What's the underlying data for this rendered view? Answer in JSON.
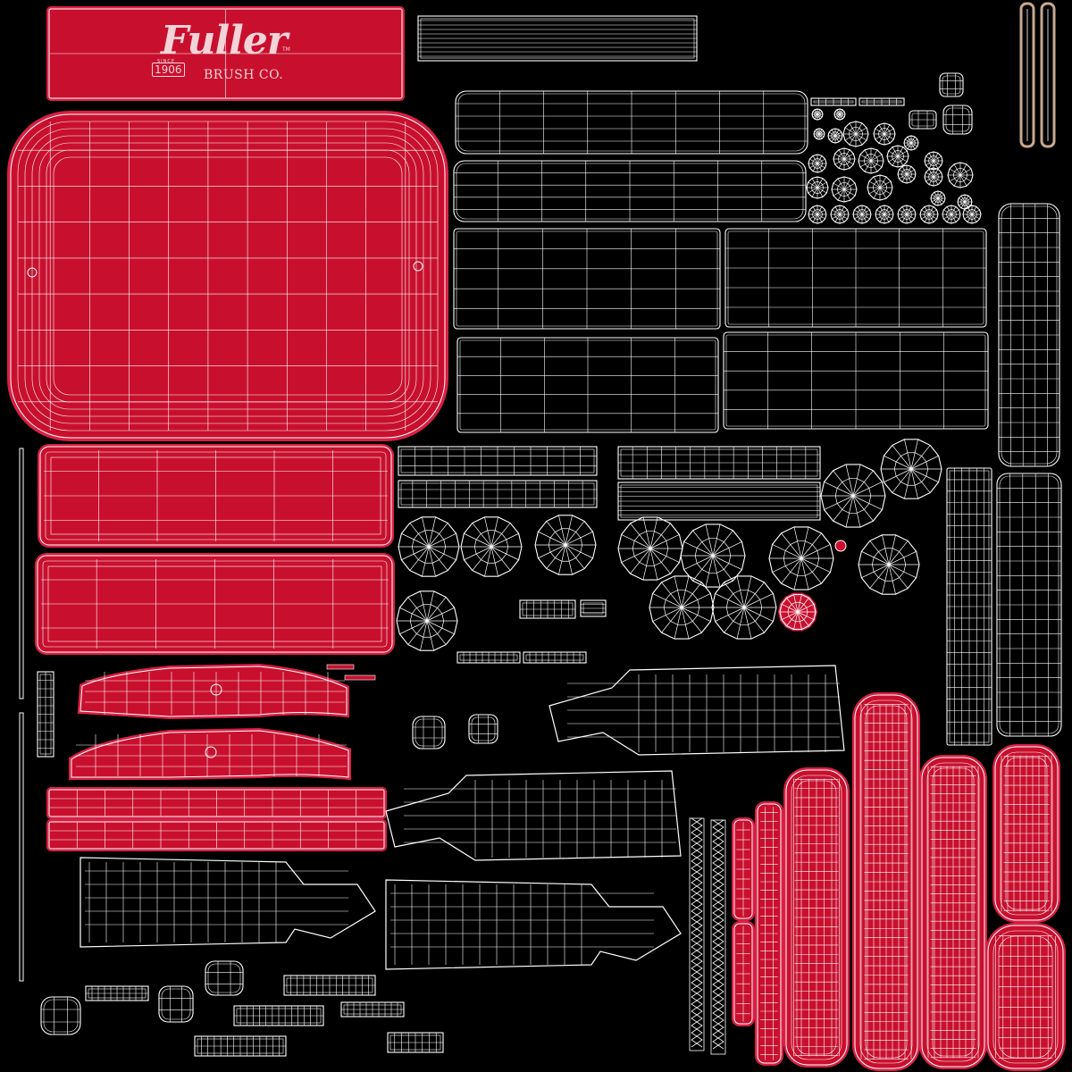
{
  "brand": {
    "name": "Fuller",
    "since_label": "SINCE",
    "year": "1906",
    "subtitle": "BRUSH CO.",
    "tm": "TM"
  },
  "colors": {
    "background": "#000000",
    "red_fill": "#c8102e",
    "wire": "#ffffff",
    "halo": "#d81f43",
    "wood": "#c8a88f"
  },
  "uv_islands": {
    "red_panels": 17,
    "wire_panels": 29,
    "wheels": 41
  }
}
